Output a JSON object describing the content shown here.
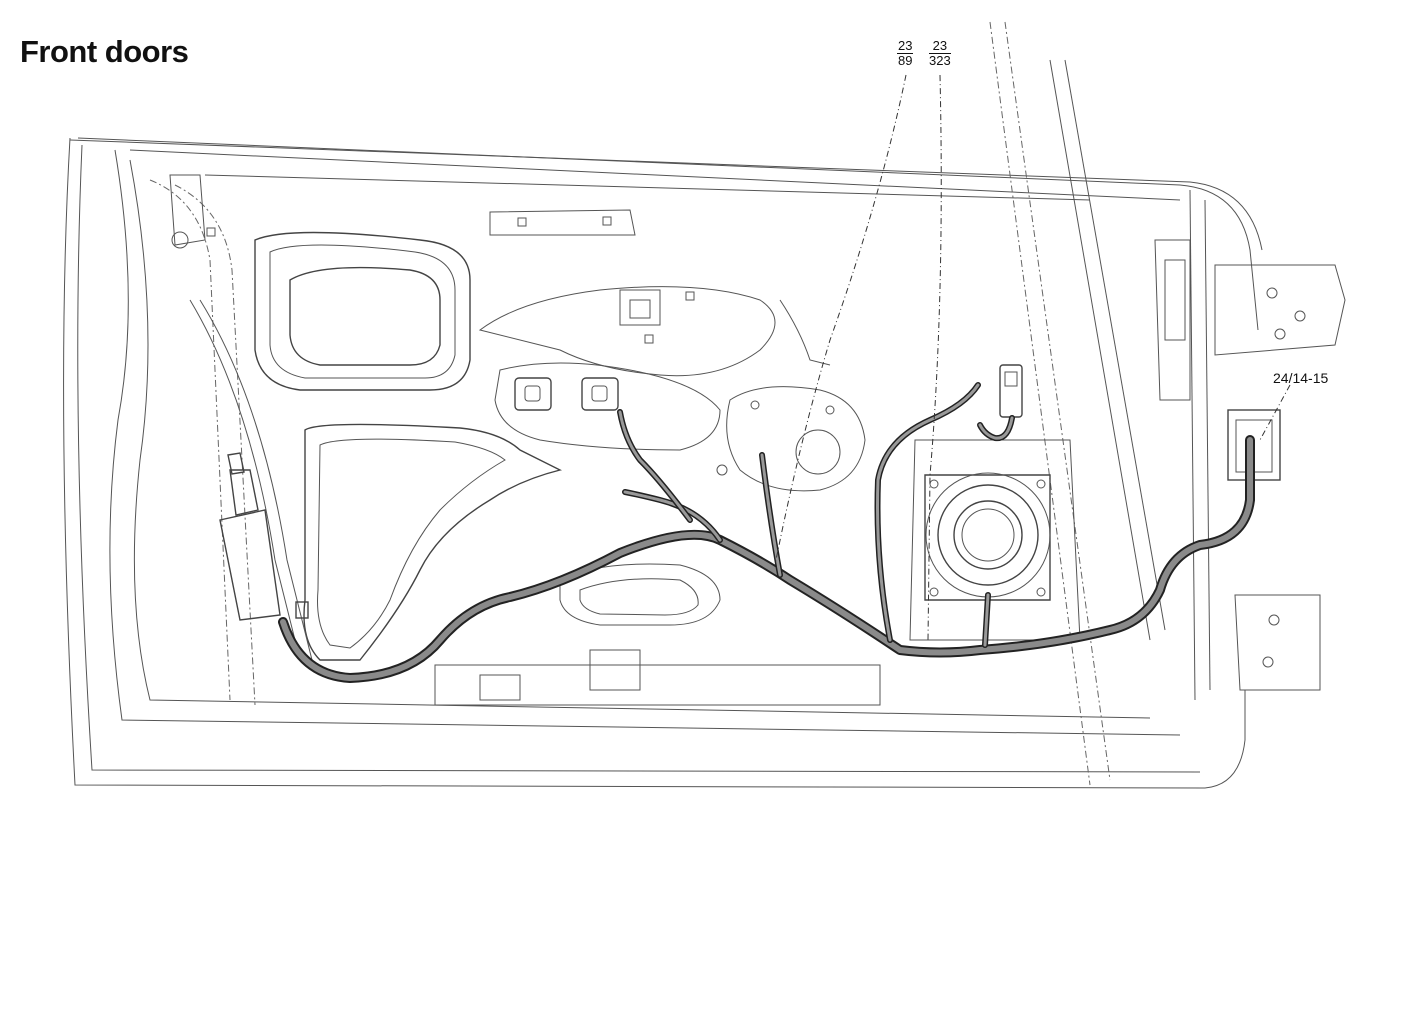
{
  "title": "Front doors",
  "references": [
    {
      "top": "23",
      "bottom": "89"
    },
    {
      "top": "23",
      "bottom": "323"
    }
  ],
  "callout": "24/14-15",
  "figure": {
    "subject": "front door inner panel wiring harness routing"
  }
}
